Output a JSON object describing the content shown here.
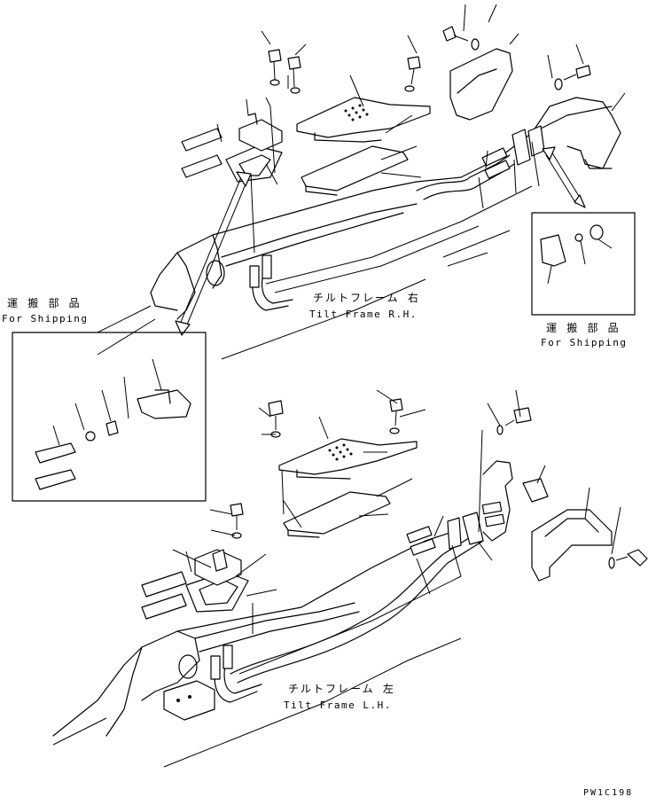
{
  "labels": {
    "shipping_top_right_jp": "運 搬 部 品",
    "shipping_top_right_en": "For Shipping",
    "shipping_left_jp": "運 搬 部 品",
    "shipping_left_en": "For Shipping",
    "tilt_frame_rh_jp": "チルトフレーム 右",
    "tilt_frame_rh_en": "Tilt Frame R.H.",
    "tilt_frame_lh_jp": "チルトフレーム 左",
    "tilt_frame_lh_en": "Tilt Frame L.H.",
    "drawing_code": "PW1C198"
  },
  "style": {
    "line_color": "#000000",
    "background": "#ffffff"
  }
}
